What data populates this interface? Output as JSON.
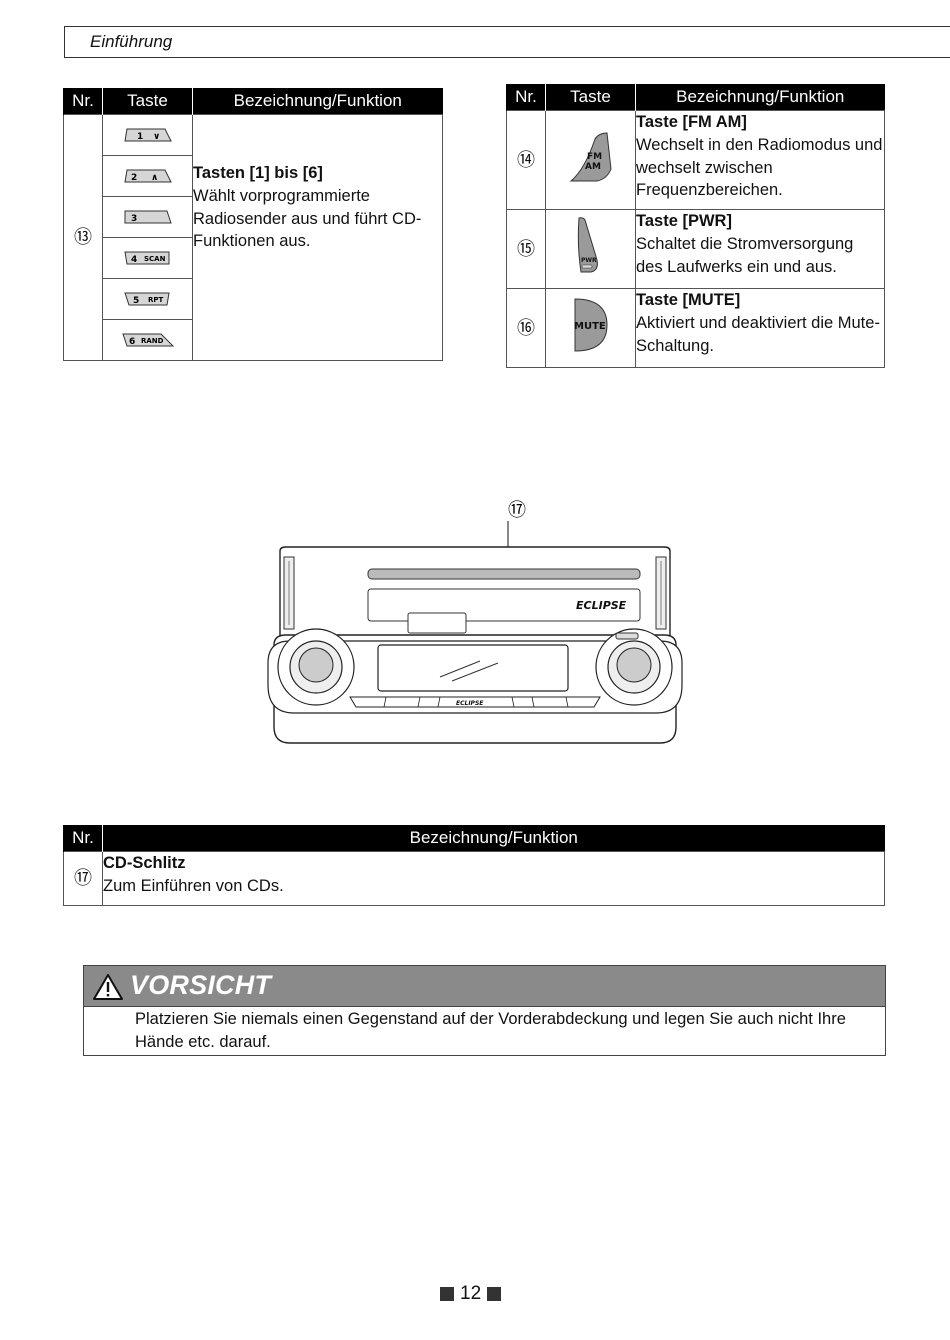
{
  "header": {
    "section_title": "Einführung"
  },
  "table_left": {
    "columns": [
      "Nr.",
      "Taste",
      "Bezeichnung/Funktion"
    ],
    "row": {
      "nr": "⑬",
      "presets": [
        {
          "num": "1",
          "sym": "∨"
        },
        {
          "num": "2",
          "sym": "∧"
        },
        {
          "num": "3",
          "sym": ""
        },
        {
          "num": "4",
          "sym": "SCAN"
        },
        {
          "num": "5",
          "sym": "RPT"
        },
        {
          "num": "6",
          "sym": "RAND"
        }
      ],
      "title": "Tasten [1] bis [6]",
      "text": "Wählt vorprogrammierte Radiosender aus und führt CD-Funktionen aus."
    }
  },
  "table_right": {
    "columns": [
      "Nr.",
      "Taste",
      "Bezeichnung/Funktion"
    ],
    "rows": [
      {
        "nr": "⑭",
        "icon_text": "FM AM",
        "title": "Taste [FM AM]",
        "text": "Wechselt in den Radiomodus und wechselt zwischen Frequenzbereichen."
      },
      {
        "nr": "⑮",
        "icon_text": "PWR",
        "title": "Taste [PWR]",
        "text": "Schaltet die Stromversorgung des Laufwerks ein und aus."
      },
      {
        "nr": "⑯",
        "icon_text": "MUTE",
        "title": "Taste [MUTE]",
        "text": "Aktiviert und deaktiviert die Mute-Schaltung."
      }
    ]
  },
  "figure": {
    "callout": "⑰",
    "brand": "ECLIPSE"
  },
  "table_bottom": {
    "columns": [
      "Nr.",
      "Bezeichnung/Funktion"
    ],
    "row": {
      "nr": "⑰",
      "title": "CD-Schlitz",
      "text": "Zum Einführen von CDs."
    }
  },
  "caution": {
    "title": "VORSICHT",
    "text": "Platzieren Sie niemals einen Gegenstand auf der Vorderabdeckung und legen Sie auch nicht Ihre Hände etc. darauf."
  },
  "footer": {
    "page_number": "12"
  }
}
